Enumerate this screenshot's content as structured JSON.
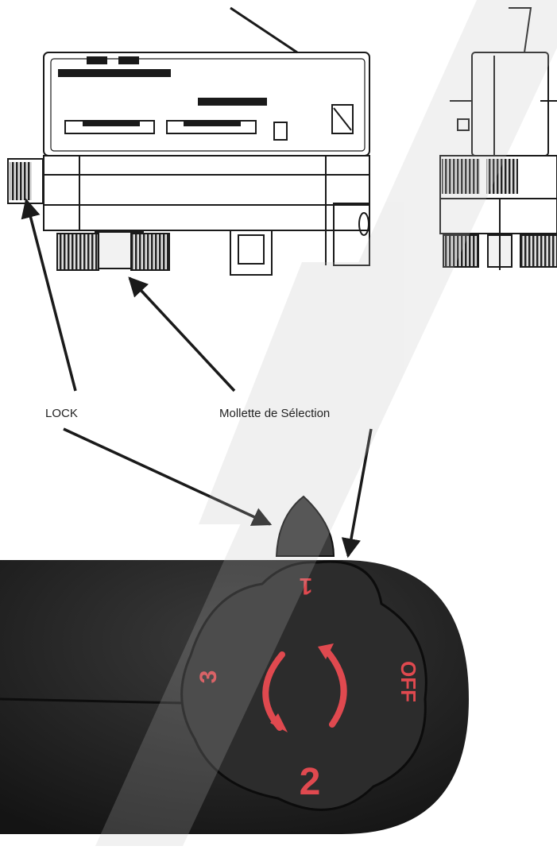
{
  "labels": {
    "lock": "LOCK",
    "selection": "Mollette de Sélection"
  },
  "dial": {
    "positions": [
      "1",
      "OFF",
      "2",
      "3"
    ]
  },
  "colors": {
    "line": "#1a1a1a",
    "dial_marking": "#e0494f",
    "body": "#2a2a2a",
    "watermark": "#bdbdbd"
  }
}
